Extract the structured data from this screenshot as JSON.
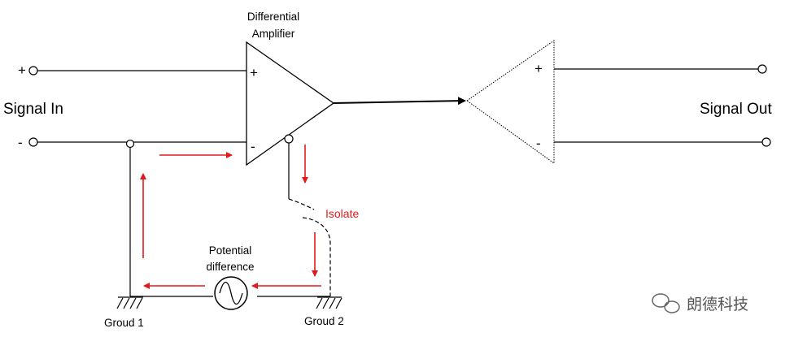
{
  "labels": {
    "amplifier_line1": "Differential",
    "amplifier_line2": "Amplifier",
    "signal_in": "Signal In",
    "signal_out": "Signal Out",
    "in_plus": "+",
    "in_minus": "-",
    "amp_plus": "+",
    "amp_minus": "-",
    "out_plus": "+",
    "out_minus": "-",
    "isolate": "Isolate",
    "potential_line1": "Potential",
    "potential_line2": "difference",
    "ground1": "Groud 1",
    "ground2": "Groud 2"
  },
  "watermark": {
    "text": "朗德科技"
  },
  "colors": {
    "line": "#000000",
    "arrow": "#e31a1c"
  }
}
